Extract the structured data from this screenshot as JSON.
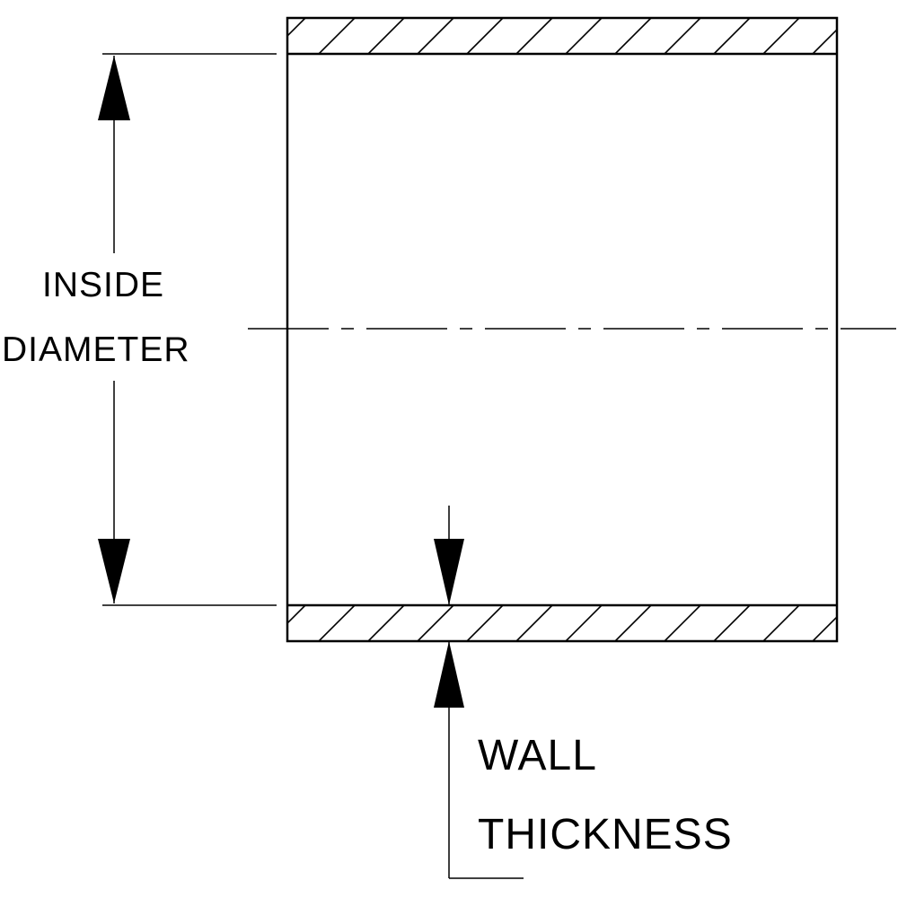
{
  "labels": {
    "inside_diameter": {
      "line1": "INSIDE",
      "line2": "DIAMETER"
    },
    "wall_thickness": {
      "line1": "WALL",
      "line2": "THICKNESS"
    }
  },
  "colors": {
    "ink": "#000000",
    "background": "#ffffff"
  }
}
